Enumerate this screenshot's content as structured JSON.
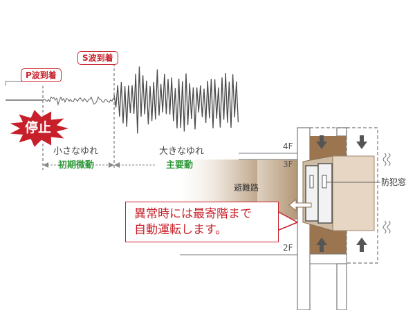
{
  "labels": {
    "p_wave": "P波到着",
    "s_wave": "S波到着",
    "stop": "停止",
    "small_shake": "小さなゆれ",
    "initial_tremor": "初期微動",
    "big_shake": "大きなゆれ",
    "main_tremor": "主要動",
    "evacuation_route": "避難路",
    "anti_crime_window": "防犯窓",
    "floor_4f": "4F",
    "floor_3f": "3F",
    "floor_2f": "2F"
  },
  "callout": {
    "line1": "異常時には最寄階まで",
    "line2": "自動運転します。"
  },
  "colors": {
    "red": "#c8202a",
    "green": "#2f9a3a",
    "shaft_brown": "#9a7550",
    "car_beige": "#e6d6c3",
    "wave_gray": "#555555"
  },
  "icons": [
    "starburst-icon",
    "arrow-down-icon",
    "arrow-up-icon",
    "arrow-left-icon",
    "vibration-icon",
    "seismic-waveform-icon"
  ]
}
